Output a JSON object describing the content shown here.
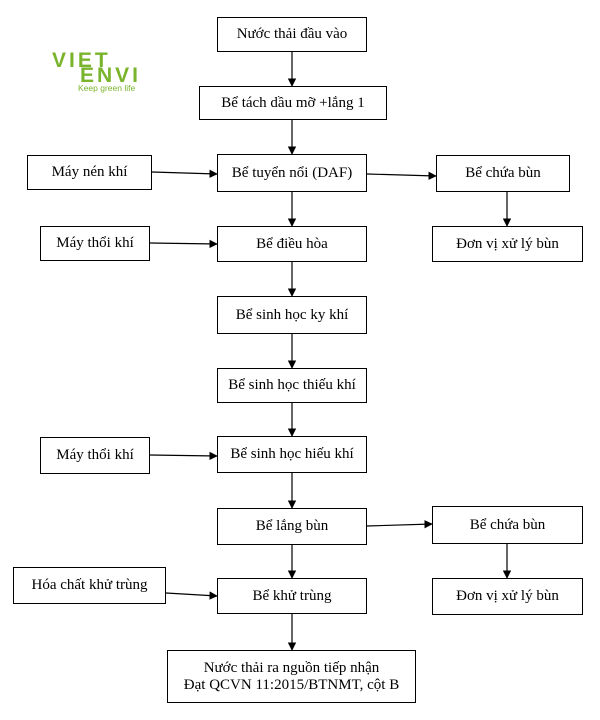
{
  "logo": {
    "line1": "VIET",
    "line2": "ENVI",
    "tagline": "Keep green life",
    "color": "#7ab42c"
  },
  "nodes": {
    "influent": "Nước thải đầu vào",
    "oil_sep": "Bể tách dầu mỡ +lắng 1",
    "daf": "Bể tuyển nổi (DAF)",
    "equal": "Bể điều hòa",
    "anaerobic": "Bể sinh học ky khí",
    "anoxic": "Bể sinh học thiếu khí",
    "aerobic": "Bể sinh học hiếu khí",
    "settling": "Bể lắng bùn",
    "disinfect": "Bể khử trùng",
    "effluent_line1": "Nước thải ra nguồn tiếp nhận",
    "effluent_line2": "Đạt QCVN 11:2015/BTNMT, cột B",
    "compressor": "Máy nén khí",
    "blower1": "Máy thổi khí",
    "blower2": "Máy thổi khí",
    "chemical": "Hóa chất khử trùng",
    "sludge_tank1": "Bể chứa bùn",
    "sludge_unit1": "Đơn vị xử lý bùn",
    "sludge_tank2": "Bể chứa bùn",
    "sludge_unit2": "Đơn vị xử lý bùn"
  }
}
